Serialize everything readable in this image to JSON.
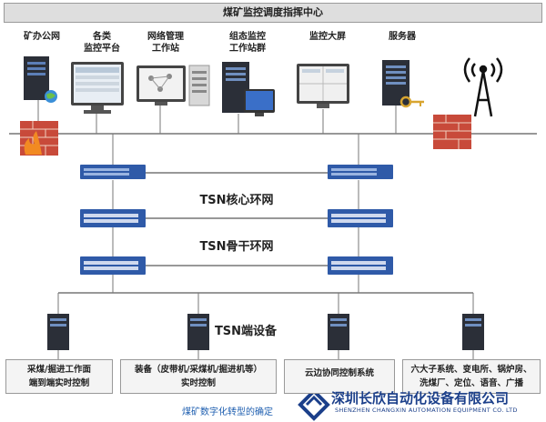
{
  "header": {
    "title": "煤矿监控调度指挥中心"
  },
  "top_devices": [
    {
      "label": "矿办公网"
    },
    {
      "label": "各类\n监控平台"
    },
    {
      "label": "网络管理\n工作站"
    },
    {
      "label": "组态监控\n工作站群"
    },
    {
      "label": "监控大屏"
    },
    {
      "label": "服务器"
    }
  ],
  "networks": {
    "core": "TSN核心环网",
    "backbone": "TSN骨干环网",
    "endpoint": "TSN端设备"
  },
  "bottom_boxes": [
    {
      "text": "采煤/掘进工作面\n端到端实时控制"
    },
    {
      "text": "装备（皮带机/采煤机/掘进机等）\n实时控制"
    },
    {
      "text": "云边协同控制系统"
    },
    {
      "text": "六大子系统、变电所、锅炉房、\n洗煤厂、定位、语音、广播"
    }
  ],
  "caption": "煤矿数字化转型的确定",
  "brand": {
    "cn": "深圳长欣自动化设备有限公司",
    "en": "SHENZHEN CHANGXIN AUTOMATION EQUIPMENT CO. LTD"
  },
  "colors": {
    "switch_blue": "#2f5aa8",
    "firewall_red": "#c84a3a",
    "brand_blue": "#1b3f8a"
  }
}
